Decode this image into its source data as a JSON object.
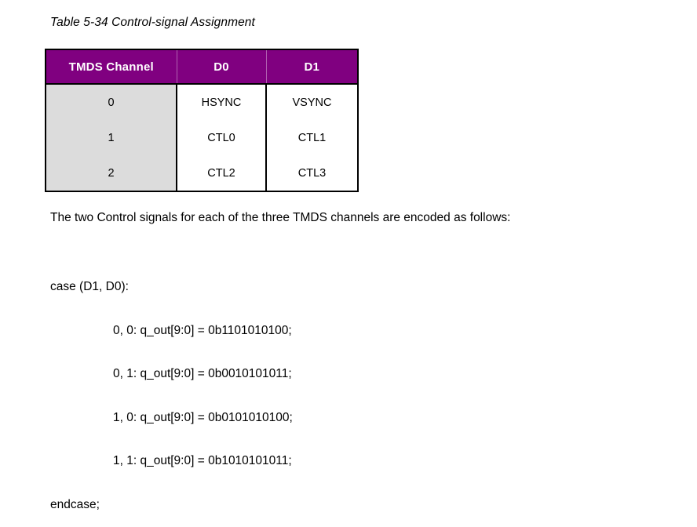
{
  "caption": "Table 5-34 Control-signal Assignment",
  "table": {
    "accent_color": "#800080",
    "first_column_fill": "#dcdcdc",
    "headers": [
      "TMDS Channel",
      "D0",
      "D1"
    ],
    "rows": [
      {
        "channel": "0",
        "d0": "HSYNC",
        "d1": "VSYNC"
      },
      {
        "channel": "1",
        "d0": "CTL0",
        "d1": "CTL1"
      },
      {
        "channel": "2",
        "d0": "CTL2",
        "d1": "CTL3"
      }
    ]
  },
  "paragraph": "The two Control signals for each of the three TMDS channels are encoded as follows:",
  "code": {
    "lines": [
      {
        "text": "case (D1, D0):",
        "indent": false
      },
      {
        "text": "0, 0: q_out[9:0] = 0b1101010100;",
        "indent": true
      },
      {
        "text": "0, 1: q_out[9:0] = 0b0010101011;",
        "indent": true
      },
      {
        "text": "1, 0: q_out[9:0] = 0b0101010100;",
        "indent": true
      },
      {
        "text": "1, 1: q_out[9:0] = 0b1010101011;",
        "indent": true
      },
      {
        "text": "endcase;",
        "indent": false
      }
    ]
  }
}
